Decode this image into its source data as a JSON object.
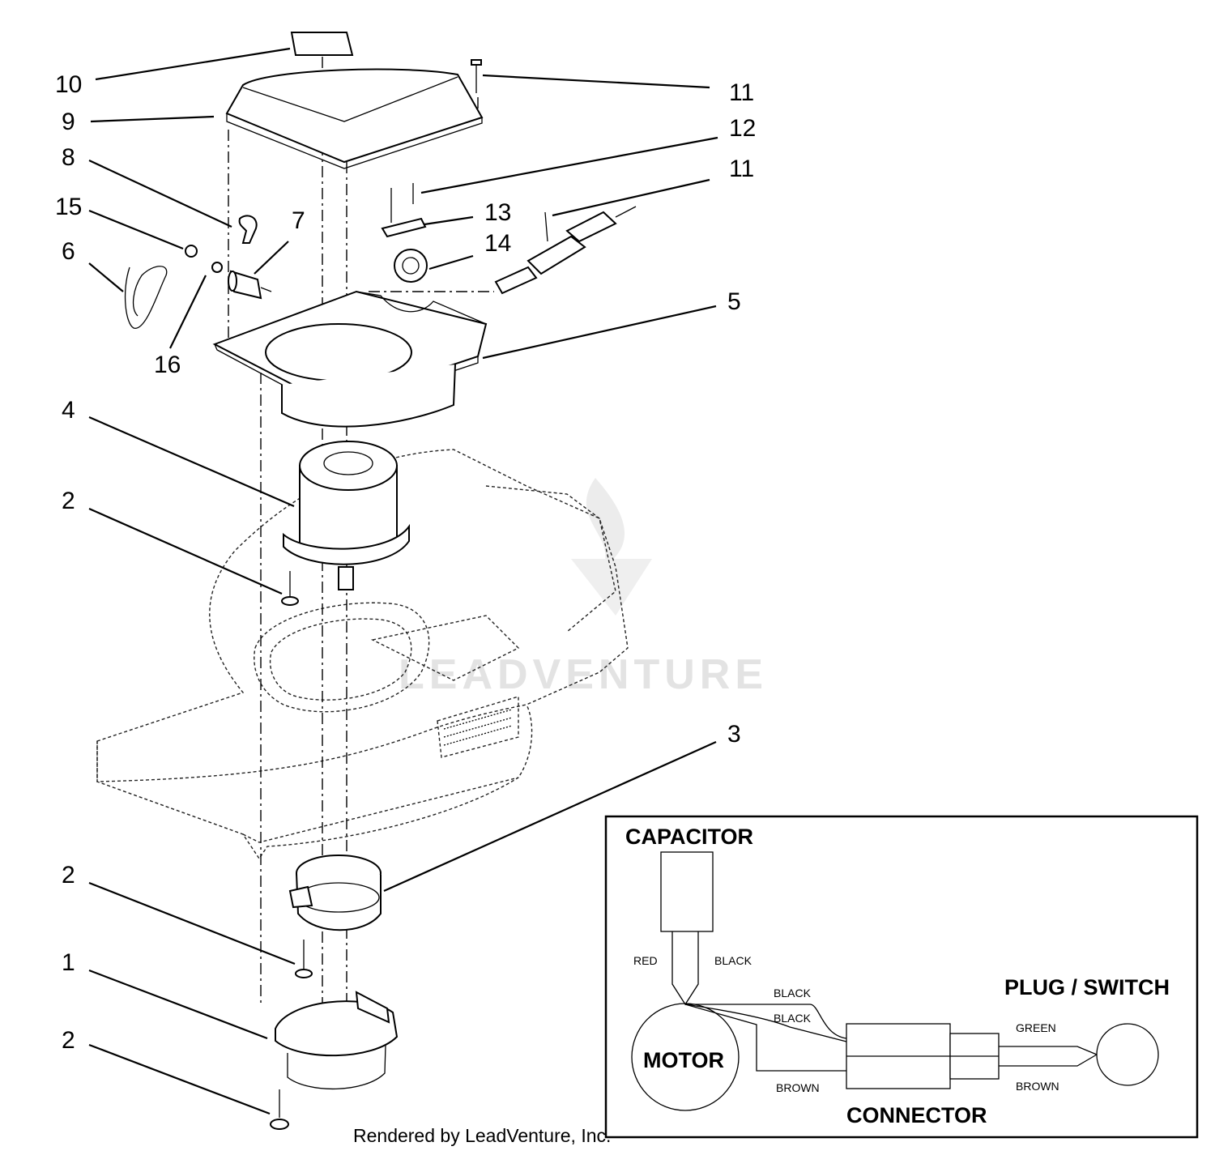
{
  "watermark": "LEADVENTURE",
  "credit": "Rendered by LeadVenture, Inc.",
  "callouts": [
    {
      "id": "c10",
      "text": "10"
    },
    {
      "id": "c9",
      "text": "9"
    },
    {
      "id": "c8",
      "text": "8"
    },
    {
      "id": "c15",
      "text": "15"
    },
    {
      "id": "c6",
      "text": "6"
    },
    {
      "id": "c7",
      "text": "7"
    },
    {
      "id": "c16",
      "text": "16"
    },
    {
      "id": "c11a",
      "text": "11"
    },
    {
      "id": "c12",
      "text": "12"
    },
    {
      "id": "c11b",
      "text": "11"
    },
    {
      "id": "c13",
      "text": "13"
    },
    {
      "id": "c14",
      "text": "14"
    },
    {
      "id": "c5",
      "text": "5"
    },
    {
      "id": "c4",
      "text": "4"
    },
    {
      "id": "c2a",
      "text": "2"
    },
    {
      "id": "c3",
      "text": "3"
    },
    {
      "id": "c2b",
      "text": "2"
    },
    {
      "id": "c1",
      "text": "1"
    },
    {
      "id": "c2c",
      "text": "2"
    }
  ],
  "wiring": {
    "capacitor": "CAPACITOR",
    "motor": "MOTOR",
    "connector": "CONNECTOR",
    "plug_switch": "PLUG / SWITCH",
    "wires": {
      "red": "RED",
      "black_cap": "BLACK",
      "black_1": "BLACK",
      "black_2": "BLACK",
      "brown_motor": "BROWN",
      "green": "GREEN",
      "brown_plug": "BROWN"
    }
  }
}
